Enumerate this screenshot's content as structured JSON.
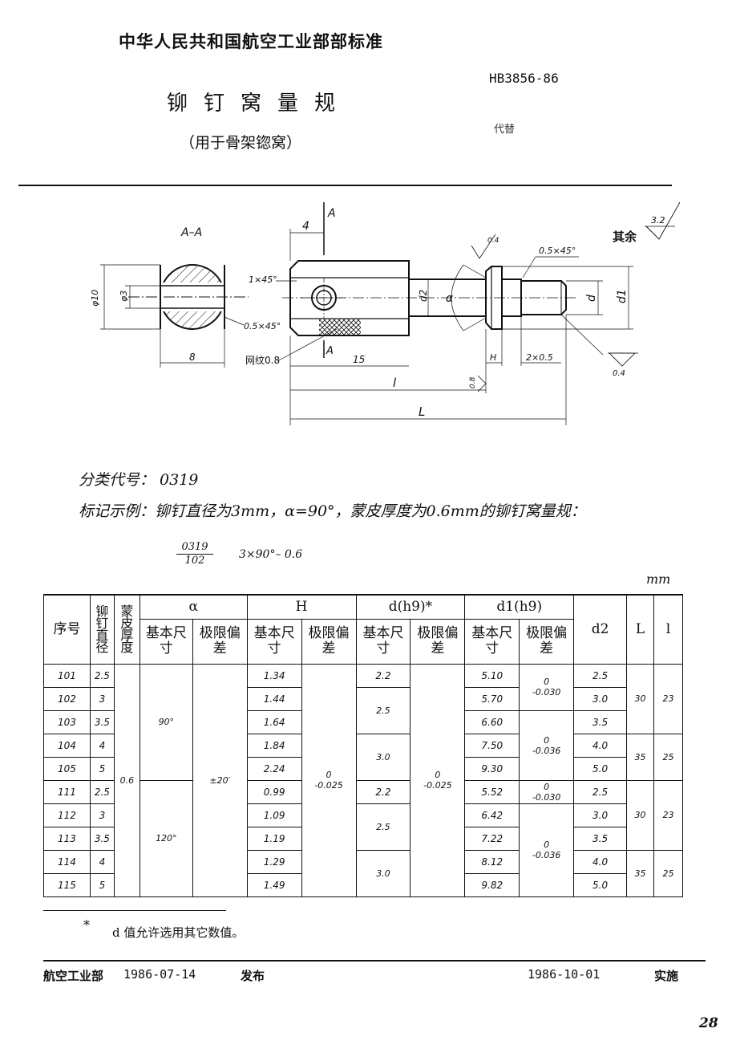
{
  "header": {
    "organization": "中华人民共和国航空工业部部标准",
    "standard_no": "HB3856-86",
    "title": "铆钉窝量规",
    "subtitle": "（用于骨架锪窝）",
    "replaces": "代替"
  },
  "drawing": {
    "section_label": "A–A",
    "dim_phi10": "φ10",
    "dim_phi3": "φ3",
    "dim_8": "8",
    "dim_4": "4",
    "cut_a": "A",
    "chamfer_1x45": "1×45°",
    "chamfer_05x45": "0.5×45°",
    "knurl": "网纹0.8",
    "dim_15": "15",
    "dim_l": "l",
    "dim_L": "L",
    "dim_d2": "d2",
    "dim_alpha": "α",
    "dim_d": "d",
    "dim_d1": "d1",
    "dim_H": "H",
    "dim_2x05": "2×0.5",
    "rough_04": "0.4",
    "rough_08": "0.8",
    "rough_32": "3.2",
    "rough_rest": "其余"
  },
  "body": {
    "classification": "分类代号： 0319",
    "marking_example": "标记示例：铆钉直径为3mm，α=90°，蒙皮厚度为0.6mm的铆钉窝量规：",
    "fraction_top": "0319",
    "fraction_bottom": "102",
    "fraction_rest": "3×90°– 0.6",
    "unit": "mm"
  },
  "table": {
    "headers": {
      "seq": "序号",
      "rivet_dia": "铆钉直径",
      "skin_thickness": "蒙皮厚度",
      "alpha": "α",
      "H": "H",
      "d_hg": "d(h9)*",
      "d1_hg": "d1(h9)",
      "basic_size": "基本尺寸",
      "limit_dev": "极限偏差",
      "d2": "d2",
      "L": "L",
      "l": "l"
    },
    "rows": [
      {
        "seq": "101",
        "dia": "2.5",
        "H": "1.34",
        "d": "2.2",
        "d1": "5.10",
        "d2": "2.5"
      },
      {
        "seq": "102",
        "dia": "3",
        "H": "1.44",
        "d": "",
        "d1": "5.70",
        "d2": "3.0"
      },
      {
        "seq": "103",
        "dia": "3.5",
        "H": "1.64",
        "d": "",
        "d1": "6.60",
        "d2": "3.5"
      },
      {
        "seq": "104",
        "dia": "4",
        "H": "1.84",
        "d": "",
        "d1": "7.50",
        "d2": "4.0"
      },
      {
        "seq": "105",
        "dia": "5",
        "H": "2.24",
        "d": "",
        "d1": "9.30",
        "d2": "5.0"
      },
      {
        "seq": "111",
        "dia": "2.5",
        "H": "0.99",
        "d": "2.2",
        "d1": "5.52",
        "d2": "2.5"
      },
      {
        "seq": "112",
        "dia": "3",
        "H": "1.09",
        "d": "",
        "d1": "6.42",
        "d2": "3.0"
      },
      {
        "seq": "113",
        "dia": "3.5",
        "H": "1.19",
        "d": "",
        "d1": "7.22",
        "d2": "3.5"
      },
      {
        "seq": "114",
        "dia": "4",
        "H": "1.29",
        "d": "",
        "d1": "8.12",
        "d2": "4.0"
      },
      {
        "seq": "115",
        "dia": "5",
        "H": "1.49",
        "d": "",
        "d1": "9.82",
        "d2": "5.0"
      }
    ],
    "merged": {
      "skin": "0.6",
      "alpha_1": "90°",
      "alpha_2": "120°",
      "alpha_dev": "±20′",
      "H_dev_top": "0",
      "H_dev_bot": "-0.025",
      "d_a": "2.5",
      "d_b": "3.0",
      "d_c": "2.5",
      "d_d": "3.0",
      "d_dev_top": "0",
      "d_dev_bot": "-0.025",
      "d1_dev1_top": "0",
      "d1_dev1_bot": "-0.030",
      "d1_dev2_top": "0",
      "d1_dev2_bot": "-0.036",
      "d1_dev3_top": "0",
      "d1_dev3_bot": "-0.030",
      "d1_dev4_top": "0",
      "d1_dev4_bot": "-0.036",
      "L_1": "30",
      "l_1": "23",
      "L_2": "35",
      "l_2": "25",
      "L_3": "30",
      "l_3": "23",
      "L_4": "35",
      "l_4": "25"
    }
  },
  "footnote": {
    "star": "*",
    "text": "d 值允许选用其它数值。"
  },
  "footer": {
    "issuer": "航空工业部",
    "issue_date": "1986-07-14",
    "issue_label": "发布",
    "effective_date": "1986-10-01",
    "effective_label": "实施"
  },
  "page_number": "28"
}
